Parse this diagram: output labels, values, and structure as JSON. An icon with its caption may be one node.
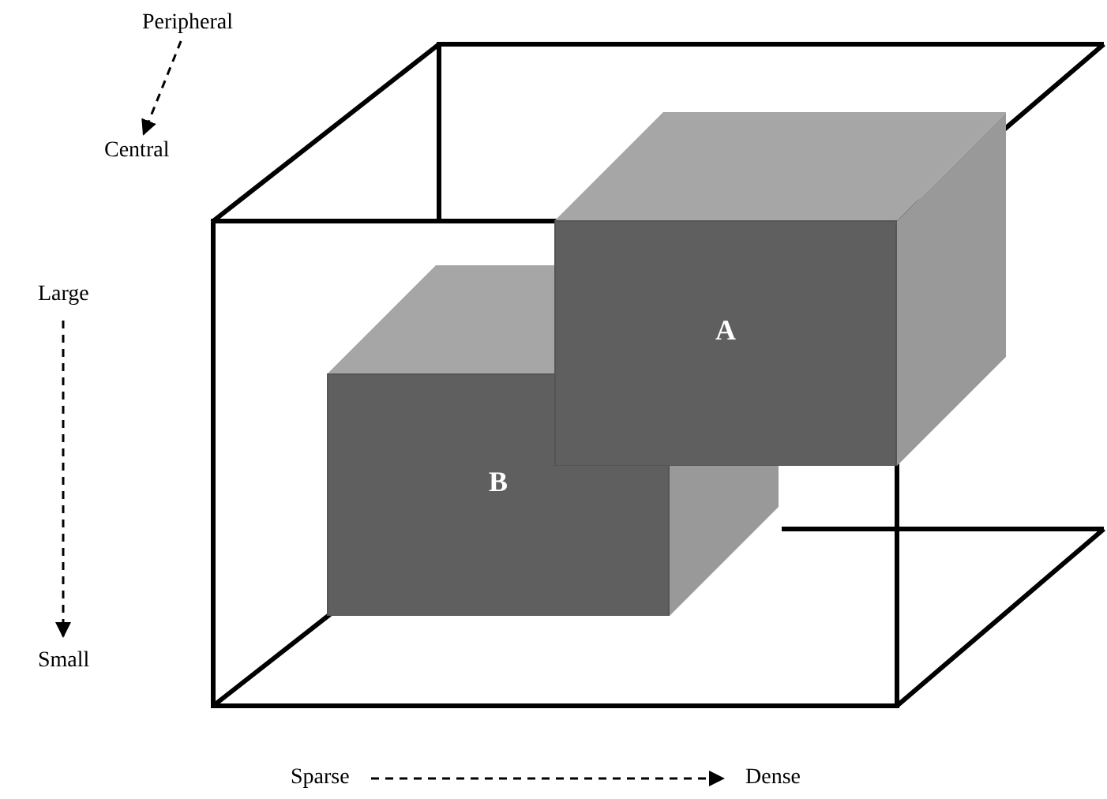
{
  "diagram": {
    "nodes": [
      {
        "text": [
          "Peripheral"
        ]
      },
      {
        "text": [
          "Central"
        ]
      },
      {
        "text": [
          "Large"
        ]
      },
      {
        "text": [
          "Small"
        ]
      },
      {
        "text": [
          "Sparse"
        ]
      },
      {
        "text": [
          "Dense"
        ]
      },
      {
        "text": [
          "A"
        ]
      },
      {
        "text": [
          "B"
        ]
      }
    ],
    "edges": [
      {
        "from": 0,
        "to": 1,
        "arrow": "to",
        "style": "dashed"
      },
      {
        "from": 2,
        "to": 3,
        "arrow": "to",
        "style": "dashed"
      },
      {
        "from": 4,
        "to": 5,
        "arrow": "to",
        "style": "dashed"
      }
    ]
  }
}
